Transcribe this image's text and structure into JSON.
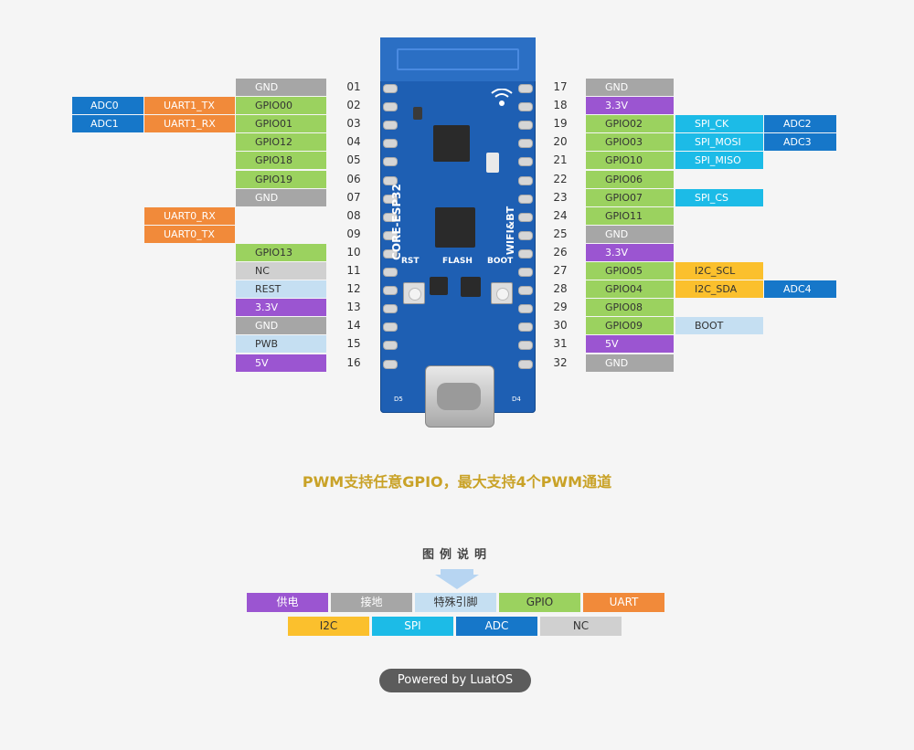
{
  "left_pins": [
    {
      "num": "01",
      "cells": [
        {
          "text": "GND",
          "type": "gnd",
          "col": "c1"
        }
      ]
    },
    {
      "num": "02",
      "cells": [
        {
          "text": "ADC0",
          "type": "adc",
          "col": "c3"
        },
        {
          "text": "UART1_TX",
          "type": "uart",
          "col": "c2"
        },
        {
          "text": "GPIO00",
          "type": "gpio",
          "col": "c1"
        }
      ]
    },
    {
      "num": "03",
      "cells": [
        {
          "text": "ADC1",
          "type": "adc",
          "col": "c3"
        },
        {
          "text": "UART1_RX",
          "type": "uart",
          "col": "c2"
        },
        {
          "text": "GPIO01",
          "type": "gpio",
          "col": "c1"
        }
      ]
    },
    {
      "num": "04",
      "cells": [
        {
          "text": "GPIO12",
          "type": "gpio",
          "col": "c1"
        }
      ]
    },
    {
      "num": "05",
      "cells": [
        {
          "text": "GPIO18",
          "type": "gpio",
          "col": "c1"
        }
      ]
    },
    {
      "num": "06",
      "cells": [
        {
          "text": "GPIO19",
          "type": "gpio",
          "col": "c1"
        }
      ]
    },
    {
      "num": "07",
      "cells": [
        {
          "text": "GND",
          "type": "gnd",
          "col": "c1"
        }
      ]
    },
    {
      "num": "08",
      "cells": [
        {
          "text": "UART0_RX",
          "type": "uart",
          "col": "c2"
        }
      ]
    },
    {
      "num": "09",
      "cells": [
        {
          "text": "UART0_TX",
          "type": "uart",
          "col": "c2"
        }
      ]
    },
    {
      "num": "10",
      "cells": [
        {
          "text": "GPIO13",
          "type": "gpio",
          "col": "c1"
        }
      ]
    },
    {
      "num": "11",
      "cells": [
        {
          "text": "NC",
          "type": "nc",
          "col": "c1"
        }
      ]
    },
    {
      "num": "12",
      "cells": [
        {
          "text": "REST",
          "type": "special",
          "col": "c1"
        }
      ]
    },
    {
      "num": "13",
      "cells": [
        {
          "text": "3.3V",
          "type": "power",
          "col": "c1"
        }
      ]
    },
    {
      "num": "14",
      "cells": [
        {
          "text": "GND",
          "type": "gnd",
          "col": "c1"
        }
      ]
    },
    {
      "num": "15",
      "cells": [
        {
          "text": "PWB",
          "type": "special",
          "col": "c1"
        }
      ]
    },
    {
      "num": "16",
      "cells": [
        {
          "text": "5V",
          "type": "power",
          "col": "c1"
        }
      ]
    }
  ],
  "right_pins": [
    {
      "num": "17",
      "cells": [
        {
          "text": "GND",
          "type": "gnd",
          "col": "c1"
        }
      ]
    },
    {
      "num": "18",
      "cells": [
        {
          "text": "3.3V",
          "type": "power",
          "col": "c1"
        }
      ]
    },
    {
      "num": "19",
      "cells": [
        {
          "text": "GPIO02",
          "type": "gpio",
          "col": "c1"
        },
        {
          "text": "SPI_CK",
          "type": "spi",
          "col": "c2"
        },
        {
          "text": "ADC2",
          "type": "adc",
          "col": "c3"
        }
      ]
    },
    {
      "num": "20",
      "cells": [
        {
          "text": "GPIO03",
          "type": "gpio",
          "col": "c1"
        },
        {
          "text": "SPI_MOSI",
          "type": "spi",
          "col": "c2"
        },
        {
          "text": "ADC3",
          "type": "adc",
          "col": "c3"
        }
      ]
    },
    {
      "num": "21",
      "cells": [
        {
          "text": "GPIO10",
          "type": "gpio",
          "col": "c1"
        },
        {
          "text": "SPI_MISO",
          "type": "spi",
          "col": "c2"
        }
      ]
    },
    {
      "num": "22",
      "cells": [
        {
          "text": "GPIO06",
          "type": "gpio",
          "col": "c1"
        }
      ]
    },
    {
      "num": "23",
      "cells": [
        {
          "text": "GPIO07",
          "type": "gpio",
          "col": "c1"
        },
        {
          "text": "SPI_CS",
          "type": "spi",
          "col": "c2"
        }
      ]
    },
    {
      "num": "24",
      "cells": [
        {
          "text": "GPIO11",
          "type": "gpio",
          "col": "c1"
        }
      ]
    },
    {
      "num": "25",
      "cells": [
        {
          "text": "GND",
          "type": "gnd",
          "col": "c1"
        }
      ]
    },
    {
      "num": "26",
      "cells": [
        {
          "text": "3.3V",
          "type": "power",
          "col": "c1"
        }
      ]
    },
    {
      "num": "27",
      "cells": [
        {
          "text": "GPIO05",
          "type": "gpio",
          "col": "c1"
        },
        {
          "text": "I2C_SCL",
          "type": "i2c",
          "col": "c2"
        }
      ]
    },
    {
      "num": "28",
      "cells": [
        {
          "text": "GPIO04",
          "type": "gpio",
          "col": "c1"
        },
        {
          "text": "I2C_SDA",
          "type": "i2c",
          "col": "c2"
        },
        {
          "text": "ADC4",
          "type": "adc",
          "col": "c3"
        }
      ]
    },
    {
      "num": "29",
      "cells": [
        {
          "text": "GPIO08",
          "type": "gpio",
          "col": "c1"
        }
      ]
    },
    {
      "num": "30",
      "cells": [
        {
          "text": "GPIO09",
          "type": "gpio",
          "col": "c1"
        },
        {
          "text": "BOOT",
          "type": "special",
          "col": "c2"
        }
      ]
    },
    {
      "num": "31",
      "cells": [
        {
          "text": "5V",
          "type": "power",
          "col": "c1"
        }
      ]
    },
    {
      "num": "32",
      "cells": [
        {
          "text": "GND",
          "type": "gnd",
          "col": "c1"
        }
      ]
    }
  ],
  "board": {
    "name": "CORE-ESP32",
    "wireless": "WIFI&BT",
    "rst": "RST",
    "flash": "FLASH",
    "boot": "BOOT",
    "d5": "D5",
    "d4": "D4"
  },
  "pwm_note": "PWM支持任意GPIO，最大支持4个PWM通道",
  "legend": {
    "title": "图例说明",
    "items_row1": [
      {
        "label": "供电",
        "type": "power"
      },
      {
        "label": "接地",
        "type": "gnd"
      },
      {
        "label": "特殊引脚",
        "type": "special"
      },
      {
        "label": "GPIO",
        "type": "gpio"
      },
      {
        "label": "UART",
        "type": "uart"
      }
    ],
    "items_row2": [
      {
        "label": "I2C",
        "type": "i2c"
      },
      {
        "label": "SPI",
        "type": "spi"
      },
      {
        "label": "ADC",
        "type": "adc"
      },
      {
        "label": "NC",
        "type": "nc"
      }
    ]
  },
  "powered": "Powered by LuatOS"
}
